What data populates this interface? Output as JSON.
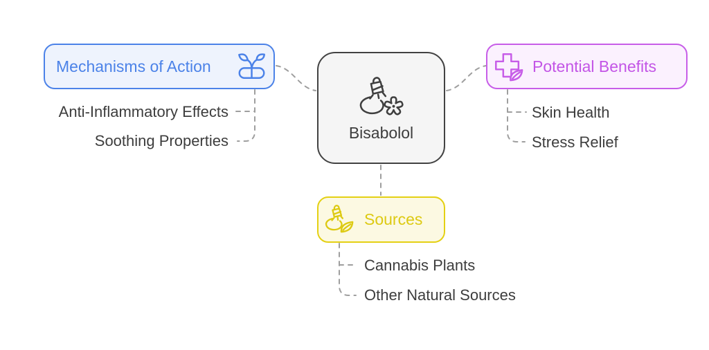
{
  "center_node": {
    "label": "Bisabolol",
    "icon": "perfume-bottle-flower-icon",
    "fill": "#f5f5f5",
    "border_color": "#424242"
  },
  "branches": {
    "mechanisms": {
      "label": "Mechanisms of Action",
      "icon": "sprout-capsule-icon",
      "accent": "#4b82e8",
      "fill": "#eef3fd",
      "children": [
        "Anti-Inflammatory Effects",
        "Soothing Properties"
      ]
    },
    "benefits": {
      "label": "Potential Benefits",
      "icon": "medical-cross-leaf-icon",
      "accent": "#c75de8",
      "label_color": "#c355e6",
      "fill": "#fbf1fe",
      "children": [
        "Skin Health",
        "Stress Relief"
      ]
    },
    "sources": {
      "label": "Sources",
      "icon": "oil-bottle-leaf-icon",
      "accent": "#e4d013",
      "label_color": "#ddca12",
      "fill": "#fcf9e2",
      "children": [
        "Cannabis Plants",
        "Other Natural Sources"
      ]
    }
  },
  "connectors": {
    "color": "#9e9e9e",
    "style": "dashed"
  },
  "child_text_color": "#3d3d3d",
  "background": "#ffffff"
}
